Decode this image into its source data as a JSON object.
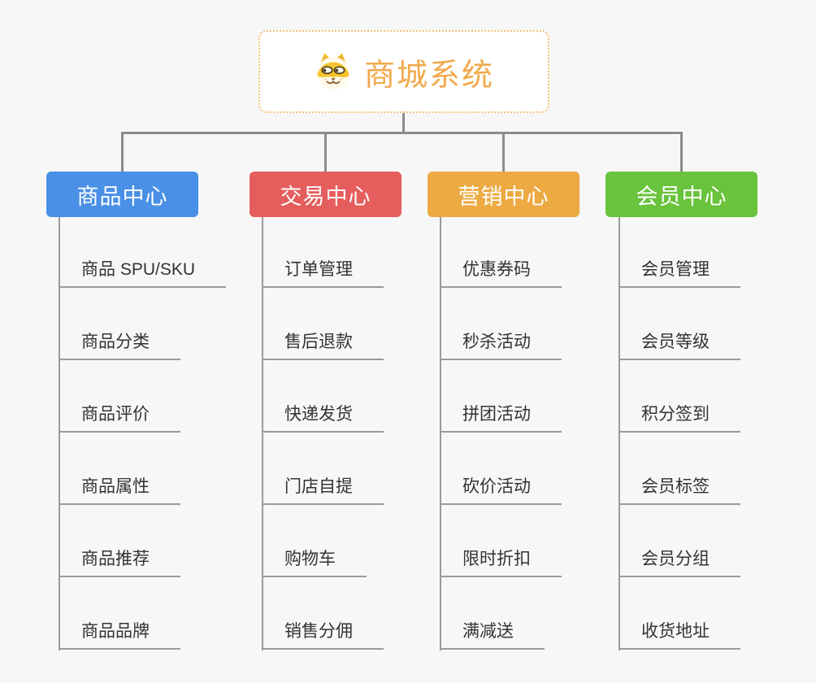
{
  "page": {
    "background_color": "#f7f7f7",
    "connector_color": "#8c8c8c",
    "underline_color": "#9a9a9a"
  },
  "root": {
    "title": "商城系统",
    "title_color": "#f2a94c",
    "border_color": "#f2c274",
    "icon": "dog-face-icon"
  },
  "branches": [
    {
      "label": "商品中心",
      "color": "#4a90e6",
      "items": [
        "商品 SPU/SKU",
        "商品分类",
        "商品评价",
        "商品属性",
        "商品推荐",
        "商品品牌"
      ]
    },
    {
      "label": "交易中心",
      "color": "#e65d5d",
      "items": [
        "订单管理",
        "售后退款",
        "快递发货",
        "门店自提",
        "购物车",
        "销售分佣"
      ]
    },
    {
      "label": "营销中心",
      "color": "#edaa43",
      "items": [
        "优惠券码",
        "秒杀活动",
        "拼团活动",
        "砍价活动",
        "限时折扣",
        "满减送"
      ]
    },
    {
      "label": "会员中心",
      "color": "#69c33c",
      "items": [
        "会员管理",
        "会员等级",
        "积分签到",
        "会员标签",
        "会员分组",
        "收货地址"
      ]
    }
  ]
}
